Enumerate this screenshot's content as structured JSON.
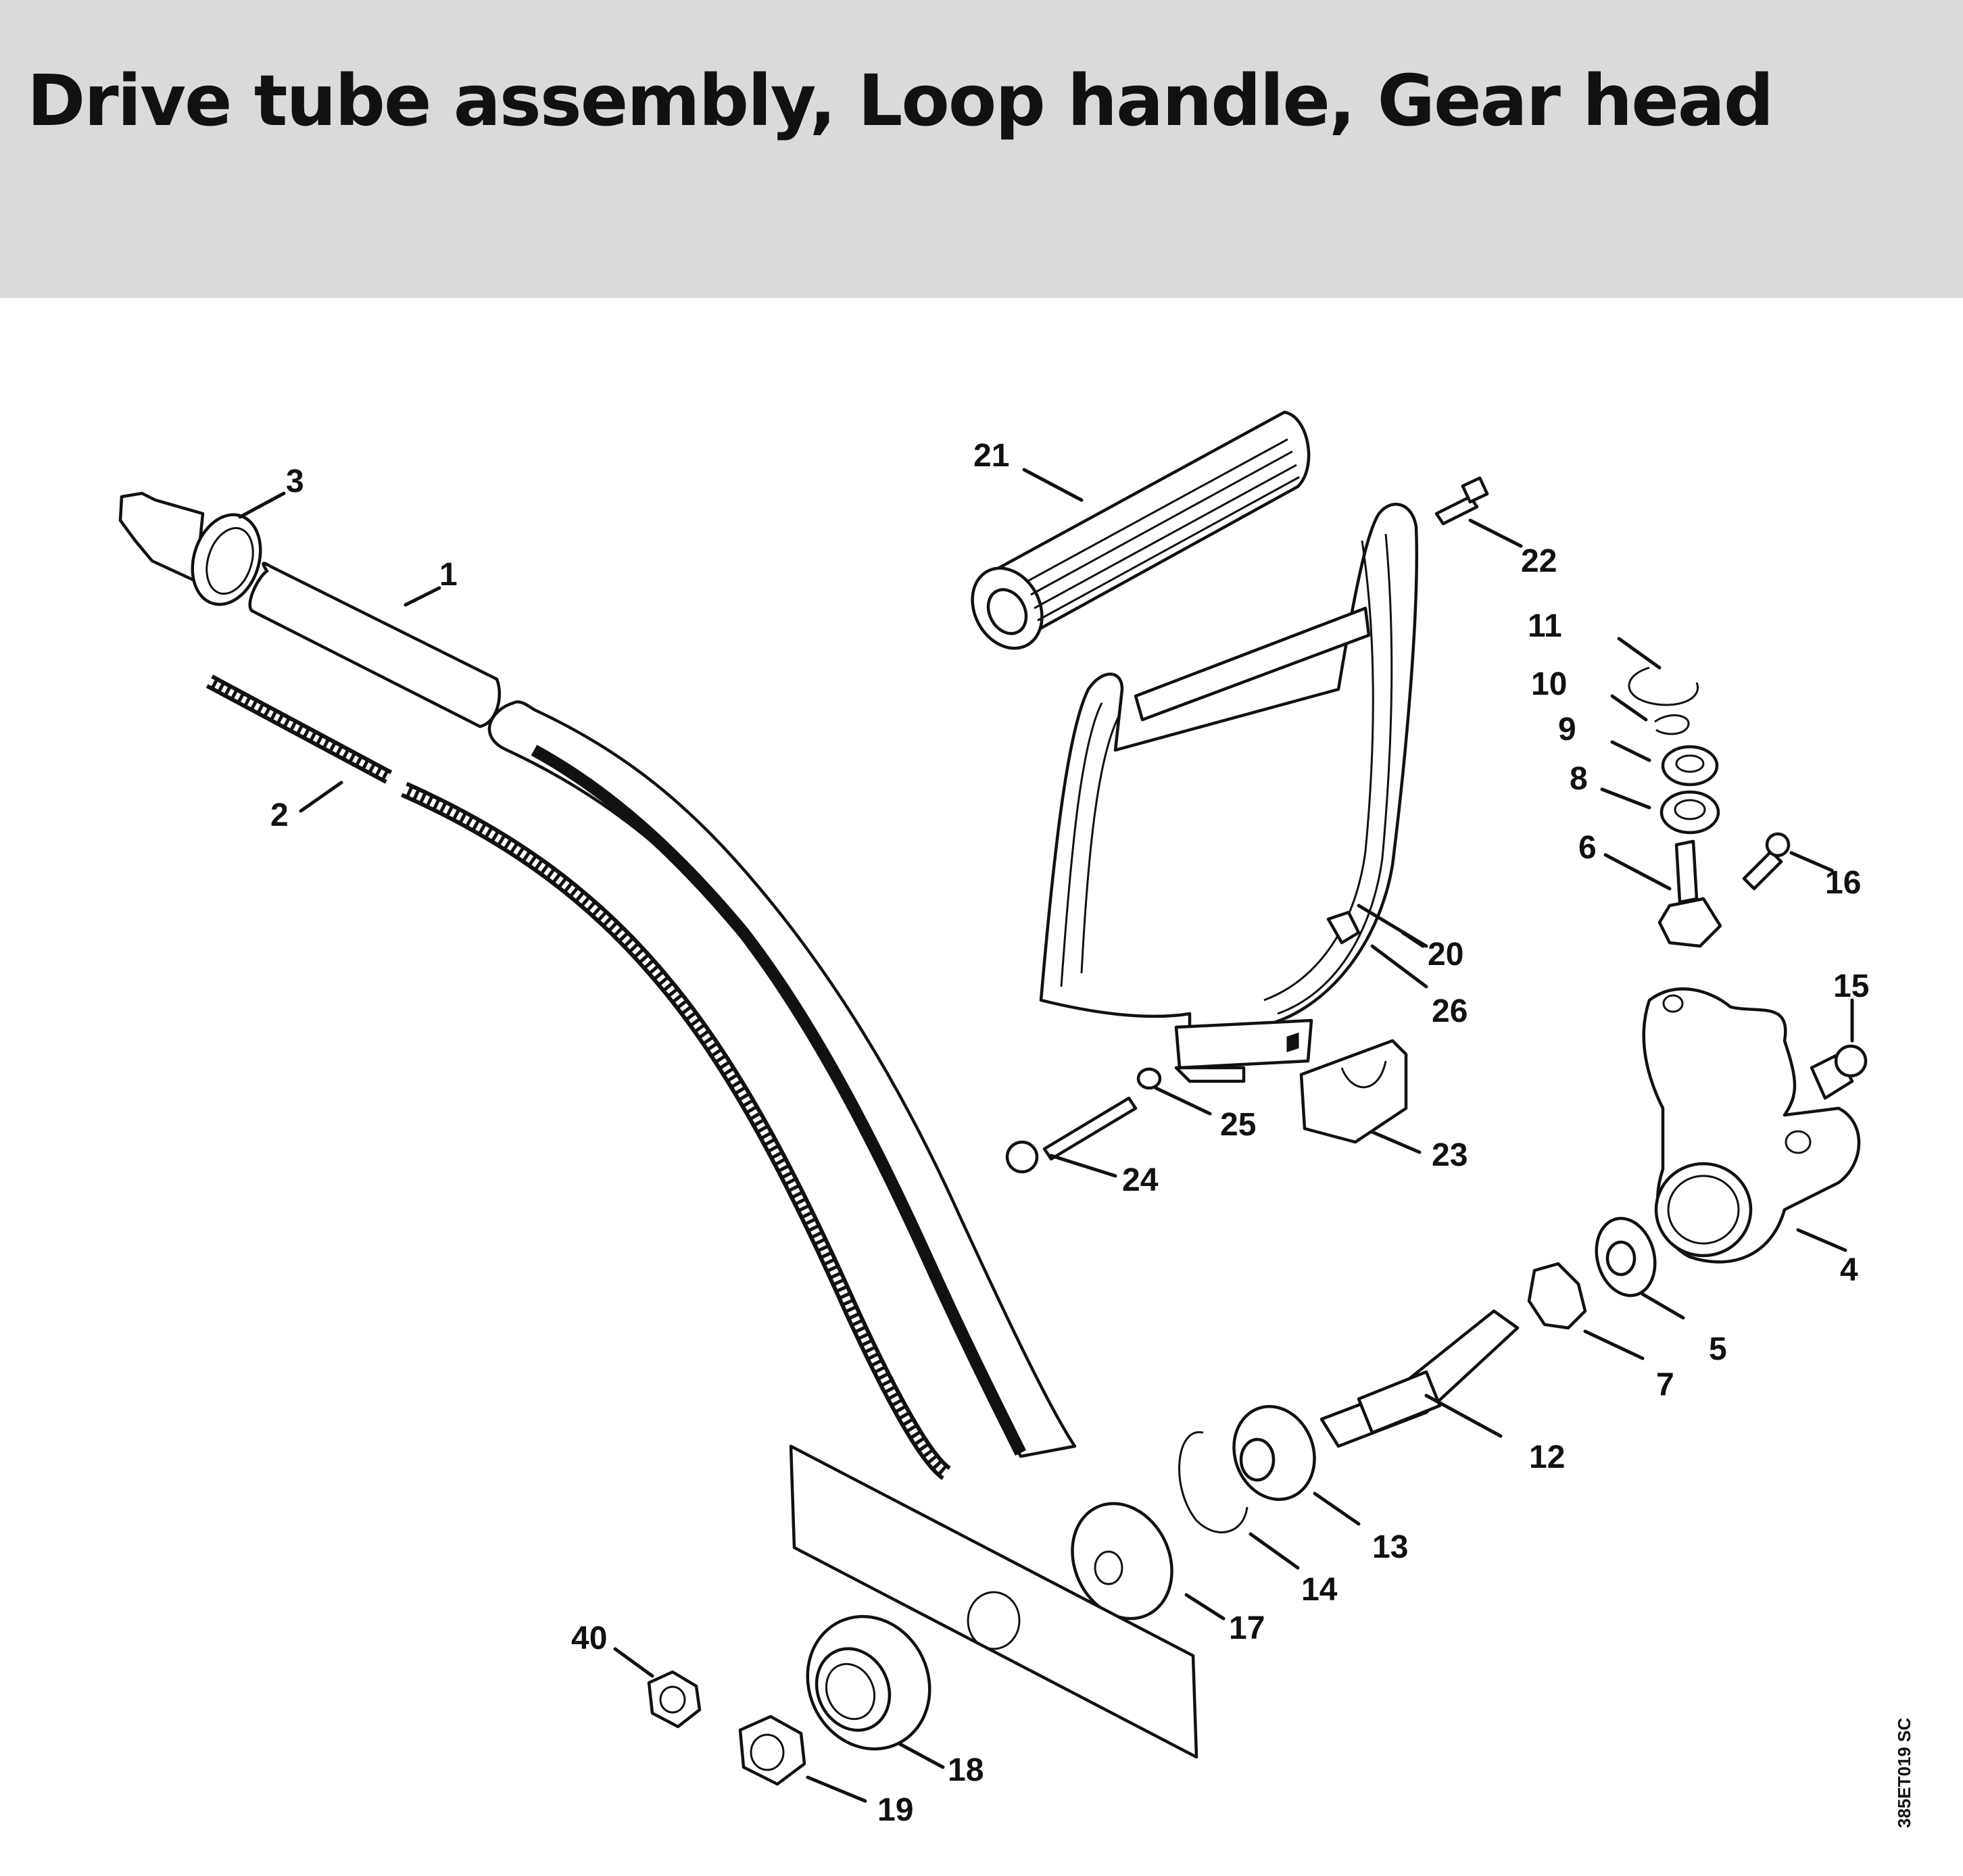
{
  "title": "Drive tube assembly, Loop handle, Gear head",
  "drawing_code": "385ET019 SC",
  "callouts": [
    "1",
    "2",
    "3",
    "4",
    "5",
    "6",
    "7",
    "8",
    "9",
    "10",
    "11",
    "12",
    "13",
    "14",
    "15",
    "16",
    "17",
    "18",
    "19",
    "20",
    "21",
    "22",
    "23",
    "24",
    "25",
    "26",
    "40"
  ],
  "colors": {
    "header_bg": "#d9dbda",
    "ink": "#111111"
  }
}
